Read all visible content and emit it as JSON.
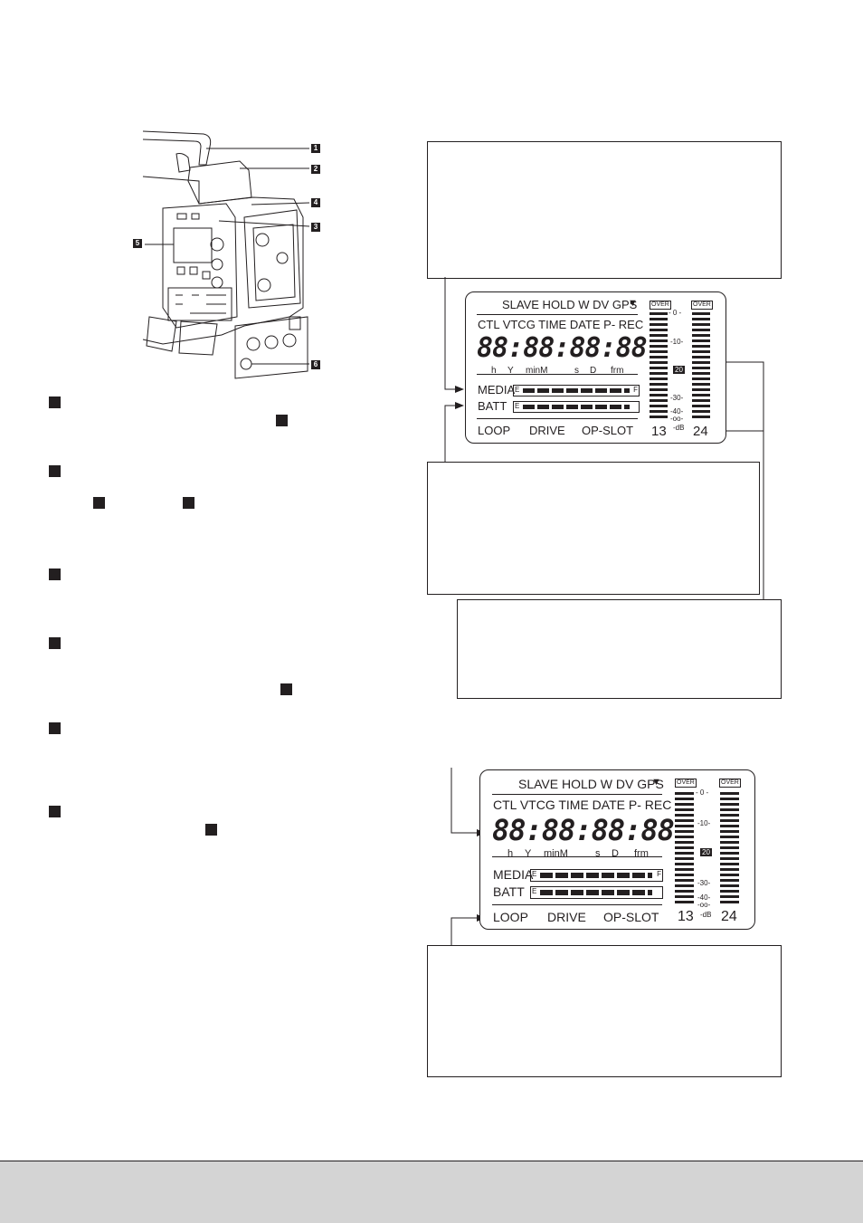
{
  "callouts": [
    "1",
    "2",
    "3",
    "4",
    "5",
    "6"
  ],
  "lcd": {
    "row1": "SLAVE HOLD W DV  GPS",
    "row2": "CTL VTCG  TIME DATE P- REC",
    "digits": "88:88:88:88",
    "units": [
      "h",
      "Y",
      "minM",
      "s",
      "D",
      "frm"
    ],
    "media_label": "MEDIA",
    "batt_label": "BATT",
    "empty_mark": "E",
    "full_mark": "F",
    "loop": "LOOP",
    "drive": "DRIVE",
    "opslot": "OP-SLOT",
    "ch1": "13",
    "ch2": "24",
    "db_unit": "-dB",
    "over": "OVER",
    "scale": [
      "- 0 -",
      "-10-",
      "20",
      "-30-",
      "-40-",
      "-oo-"
    ]
  }
}
